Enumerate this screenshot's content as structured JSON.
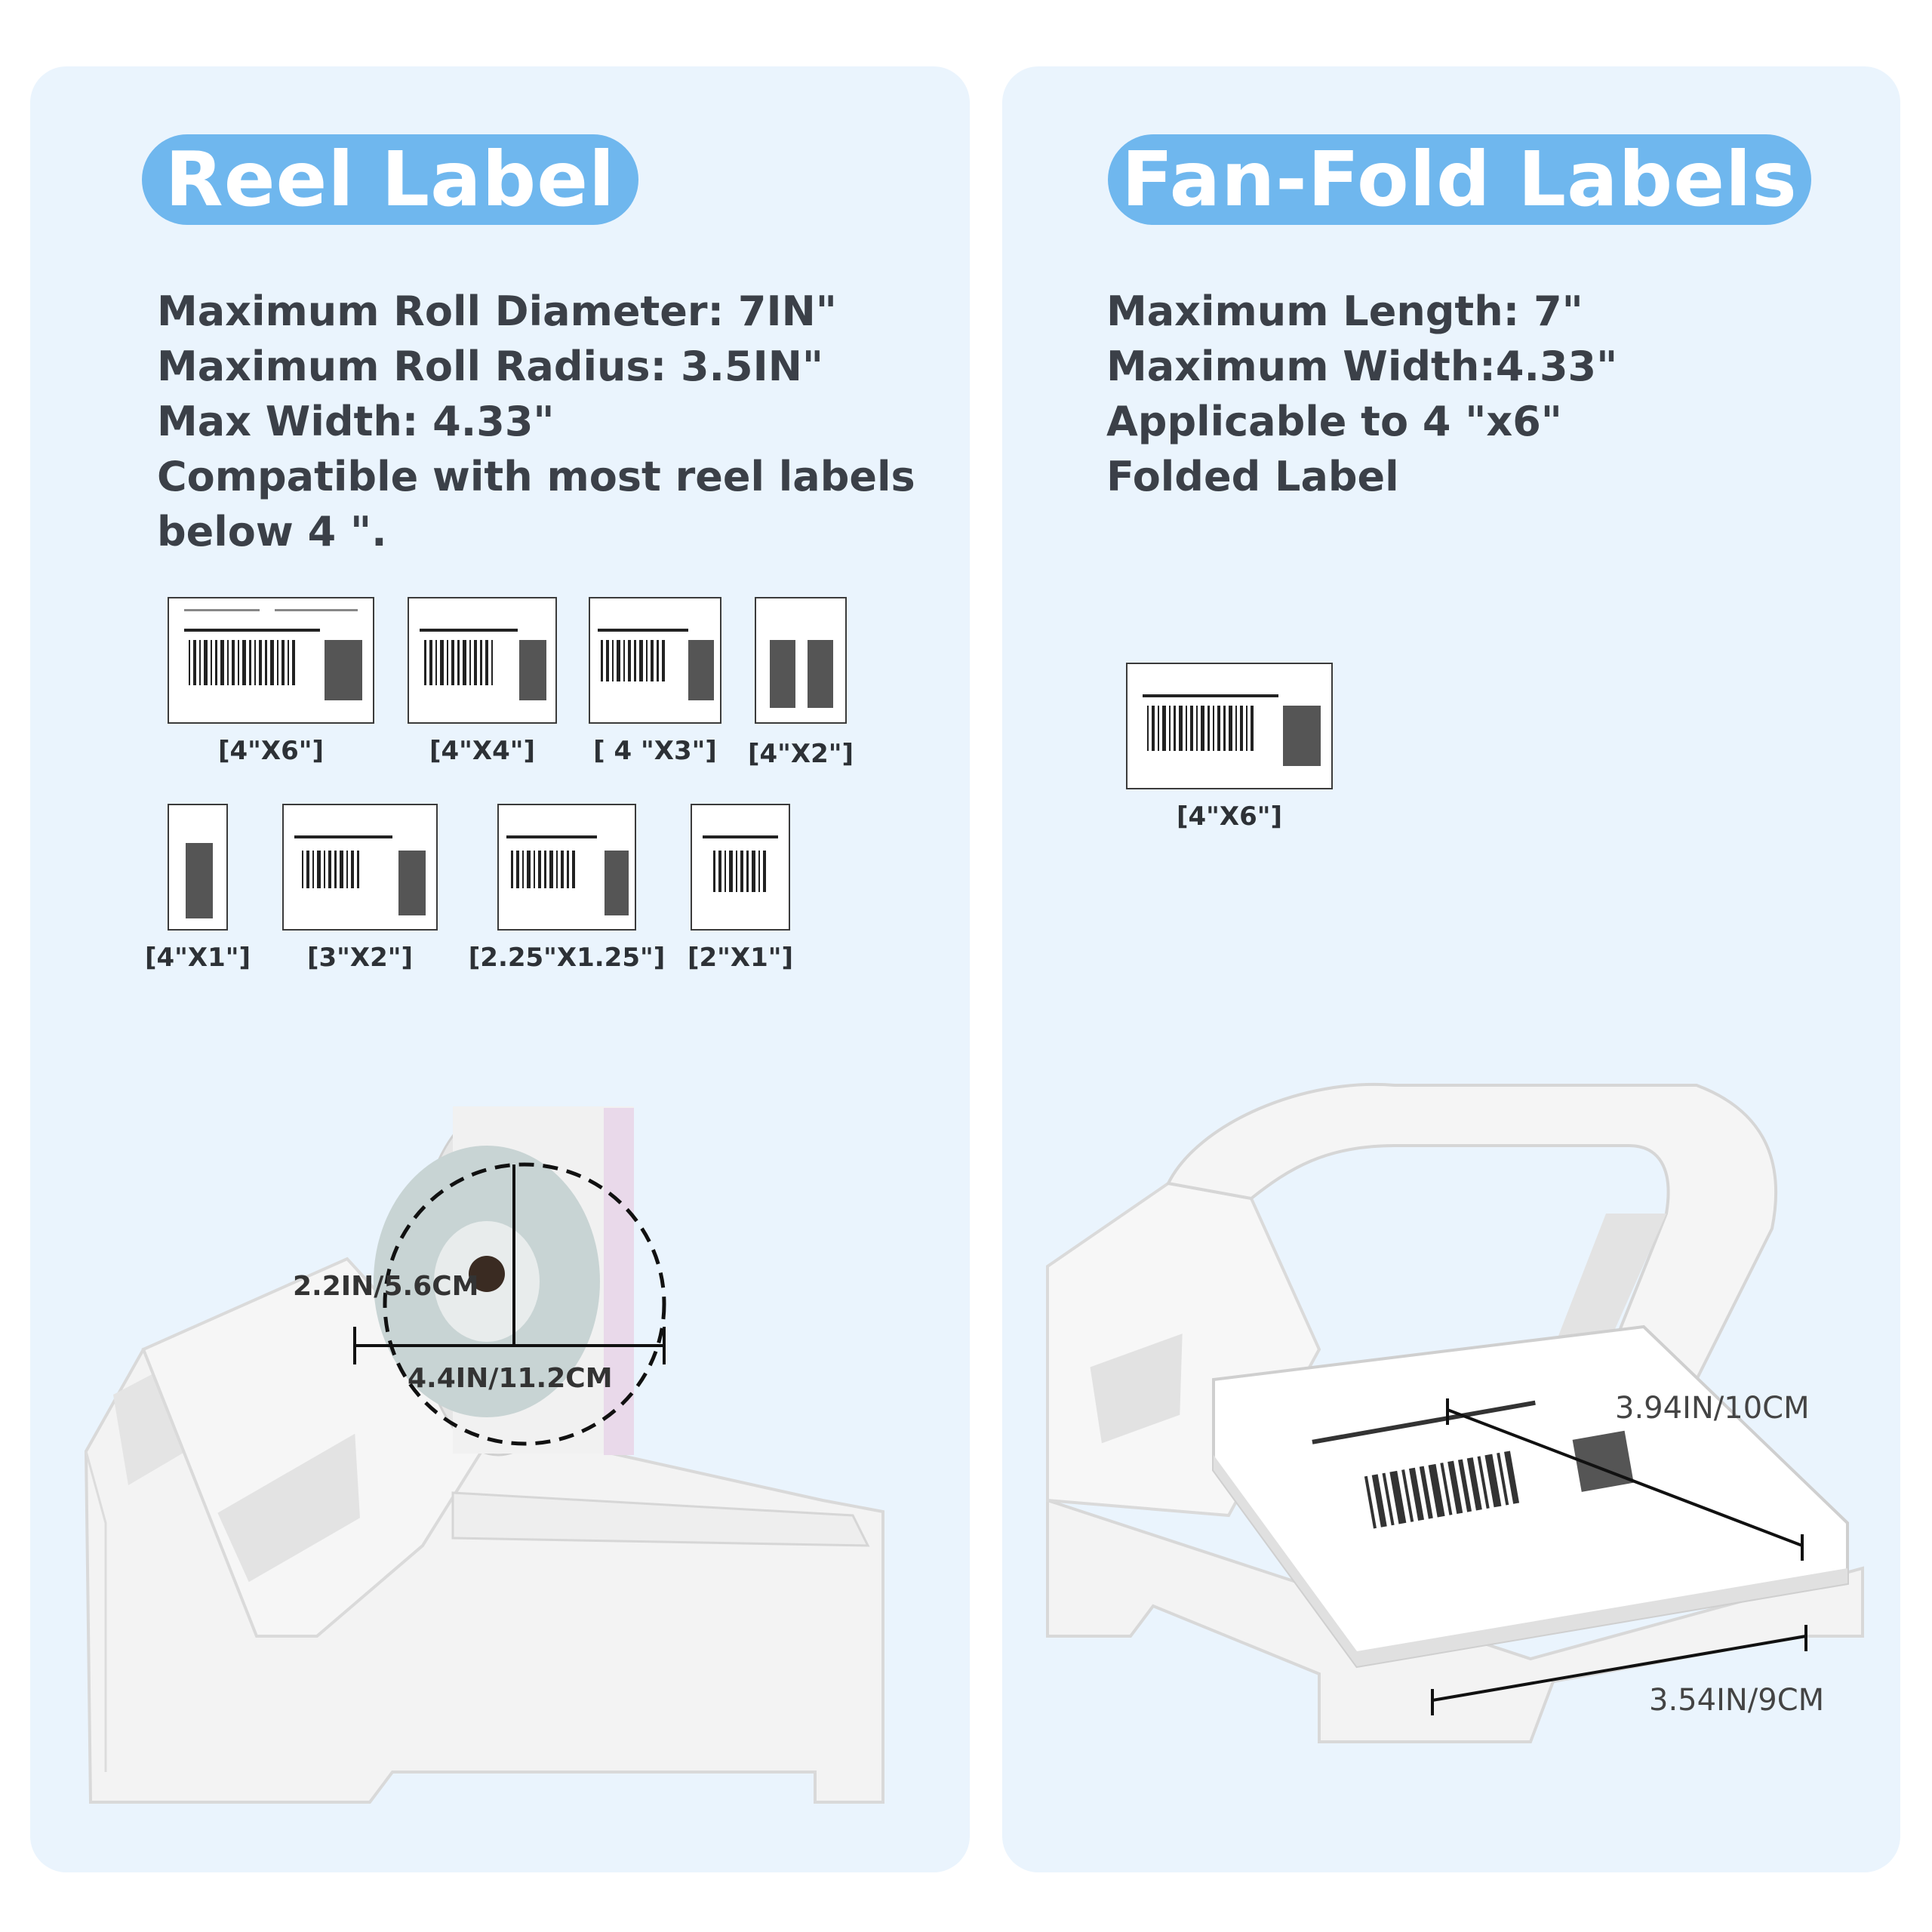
{
  "reel": {
    "title": "Reel Label",
    "specs": [
      "Maximum Roll Diameter: 7IN\"",
      "Maximum Roll Radius: 3.5IN\"",
      "Max Width: 4.33\"",
      "Compatible with most reel labels",
      "below 4 \"."
    ],
    "sizes": [
      "[4\"X6\"]",
      "[4\"X4\"]",
      "[ 4 \"X3\"]",
      "[4\"X2\"]",
      "[4\"X1\"]",
      "[3\"X2\"]",
      "[2.25\"X1.25\"]",
      "[2\"X1\"]"
    ],
    "roll_radius": "2.2IN/5.6CM",
    "roll_diameter": "4.4IN/11.2CM"
  },
  "fanfold": {
    "title": "Fan-Fold Labels",
    "specs": [
      "Maximum Length: 7\"",
      "Maximum Width:4.33\"",
      "Applicable to 4 \"x6\"",
      "Folded Label"
    ],
    "size": "[4\"X6\"]",
    "length_dim": "3.94IN/10CM",
    "width_dim": "3.54IN/9CM"
  }
}
